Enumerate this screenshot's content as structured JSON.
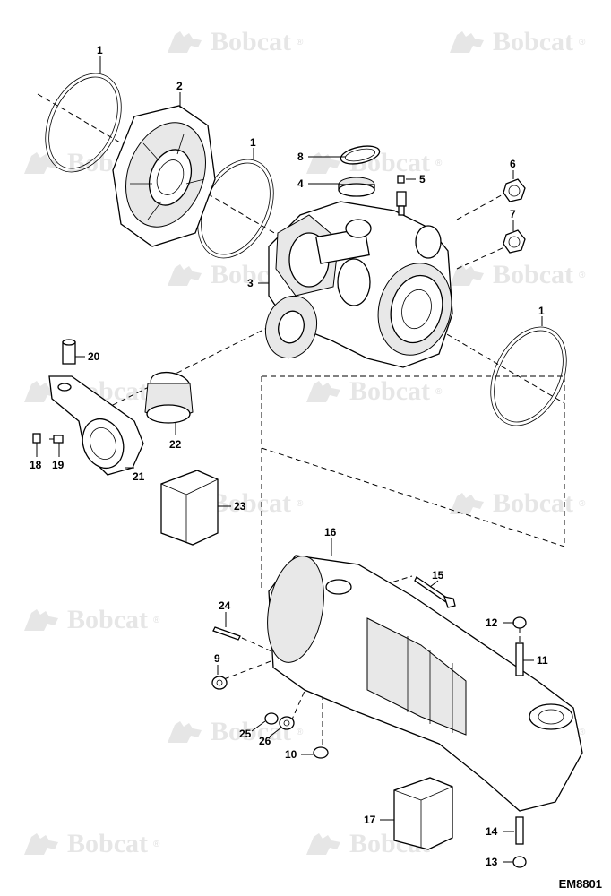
{
  "watermark": {
    "text": "Bobcat",
    "mark": "bobcat-logo"
  },
  "drawing_code": "EM8801",
  "callouts": {
    "c1a": "1",
    "c2": "2",
    "c1b": "1",
    "c8": "8",
    "c4": "4",
    "c5": "5",
    "c6": "6",
    "c7": "7",
    "c3": "3",
    "c1c": "1",
    "c20": "20",
    "c22": "22",
    "c18": "18",
    "c19": "19",
    "c21": "21",
    "c23": "23",
    "c16": "16",
    "c15": "15",
    "c24": "24",
    "c12": "12",
    "c11": "11",
    "c9": "9",
    "c25": "25",
    "c26": "26",
    "c10": "10",
    "c17": "17",
    "c14": "14",
    "c13": "13"
  }
}
